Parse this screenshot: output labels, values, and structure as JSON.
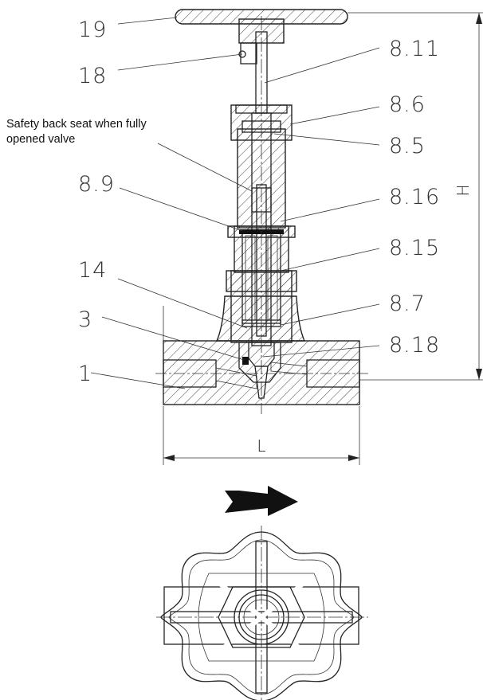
{
  "callouts": {
    "c19": "19",
    "c18": "18",
    "c8_11": "8.11",
    "c8_6": "8.6",
    "c8_5": "8.5",
    "c8_9": "8.9",
    "c8_16": "8.16",
    "c8_15": "8.15",
    "c14": "14",
    "c8_7": "8.7",
    "c3": "3",
    "c8_18": "8.18",
    "c1": "1"
  },
  "note": {
    "line1": "Safety back seat when fully",
    "line2": "opened valve"
  },
  "dimensions": {
    "height": "H",
    "length": "L"
  },
  "colors": {
    "line": "#222222",
    "arrow": "#111111",
    "text": "#333333"
  },
  "icons": {
    "flow_arrow": "flow-direction-arrow-icon"
  }
}
